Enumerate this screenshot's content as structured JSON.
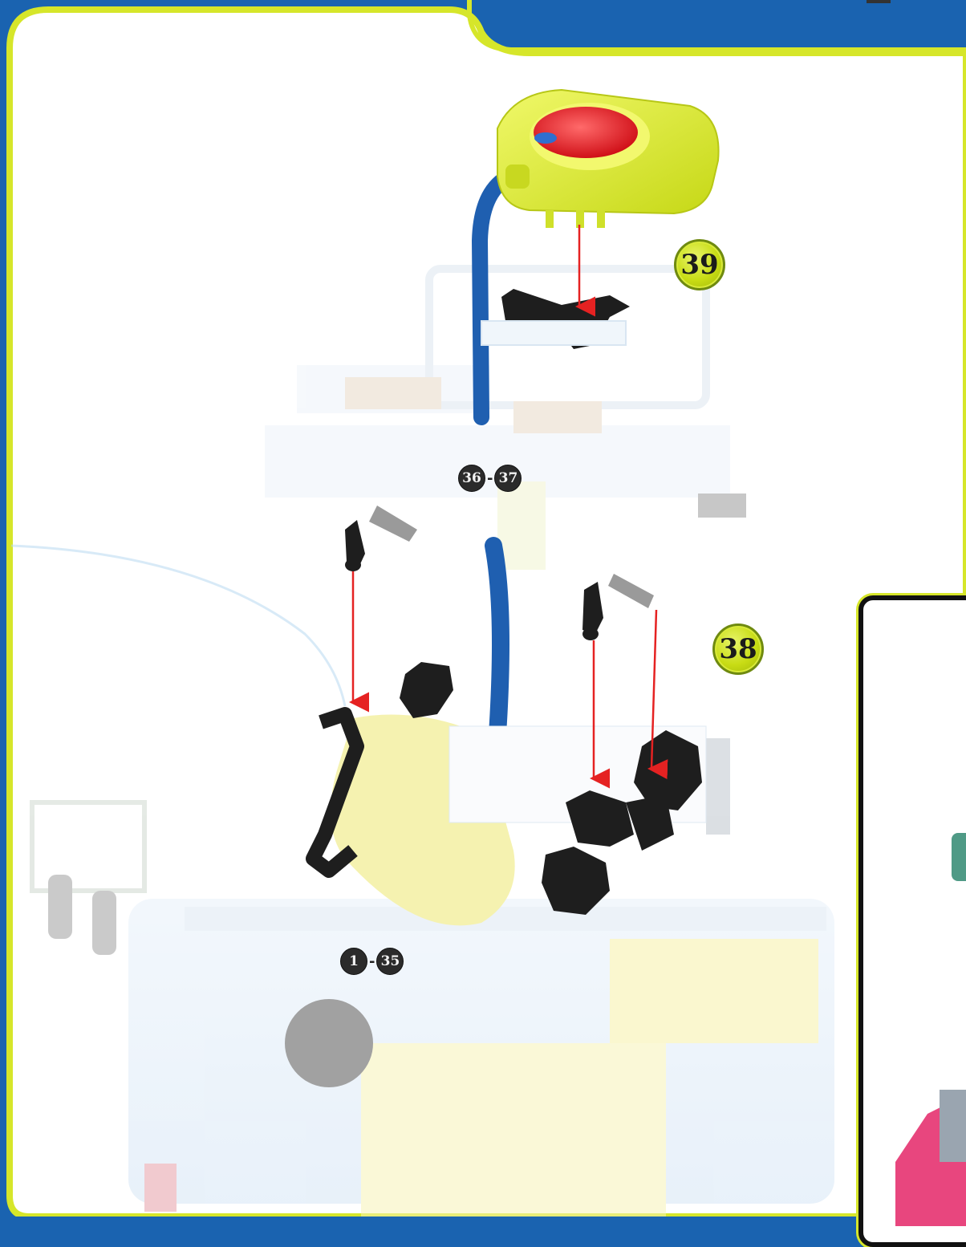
{
  "steps": {
    "step_39": "39",
    "step_38": "38"
  },
  "references": {
    "ref_36_37": {
      "from": "36",
      "to": "37",
      "separator": "-"
    },
    "ref_1_35": {
      "from": "1",
      "to": "35",
      "separator": "-"
    }
  },
  "colors": {
    "page_background": "#ffffff",
    "border_accent": "#d6e62a",
    "outer_background": "#1a63b0",
    "arrow": "#e52222",
    "badge_fill": "#c8dc14",
    "part_black": "#1e1e1e",
    "tube_blue": "#1f5fb0",
    "button_red": "#e41d24",
    "housing_yellow": "#dfee2b"
  },
  "icons": [
    "assembly-illustration",
    "arrow-icon",
    "gear-connector-icon",
    "button-housing-icon",
    "tube-icon"
  ]
}
